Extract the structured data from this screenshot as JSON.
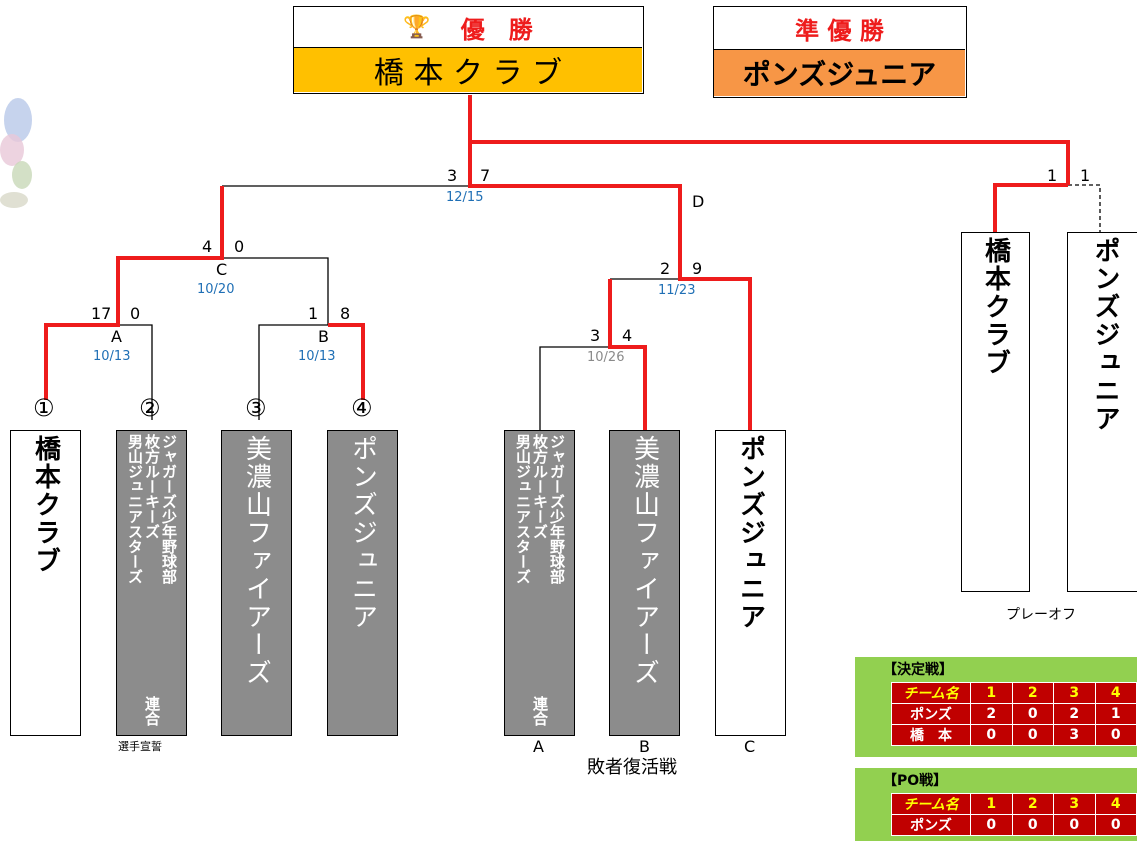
{
  "champion": {
    "label": "優　勝",
    "team": "橋 本 ク ラ ブ",
    "icon": "trophy-icon"
  },
  "runner_up": {
    "label": "準 優 勝",
    "team": "ポンズジュニア"
  },
  "teams": [
    {
      "num": "①",
      "name": "橋本クラブ"
    },
    {
      "num": "②",
      "col1": "男山ジュニアスターズ",
      "col2": "枚方ルーキーズ",
      "col3": "ジャガーズ少年野球部",
      "union": "連合"
    },
    {
      "num": "③",
      "name": "美濃山ファイアーズ"
    },
    {
      "num": "④",
      "name": "ポンズジュニア"
    }
  ],
  "repechage_teams": [
    {
      "col1": "男山ジュニアスターズ",
      "col2": "枚方ルーキーズ",
      "col3": "ジャガーズ少年野球部",
      "union": "連合",
      "label": "A"
    },
    {
      "name": "美濃山ファイアーズ",
      "label": "B"
    },
    {
      "name": "ポンズジュニア",
      "label": "C"
    }
  ],
  "playoff_teams": [
    {
      "name": "橋本クラブ"
    },
    {
      "name": "ポンズジュニア"
    }
  ],
  "playoff_label": "プレーオフ",
  "repechage_label": "敗者復活戦",
  "oath_label": "選手宣誓",
  "matches": {
    "A": {
      "label": "A",
      "left": "17",
      "right": "0",
      "date": "10/13"
    },
    "B": {
      "label": "B",
      "left": "1",
      "right": "8",
      "date": "10/13"
    },
    "C": {
      "label": "C",
      "left": "4",
      "right": "0",
      "date": "10/20"
    },
    "final": {
      "left": "3",
      "right": "7",
      "date": "12/15"
    },
    "rep1": {
      "left": "3",
      "right": "4",
      "date": "10/26"
    },
    "D": {
      "label": "D",
      "left": "2",
      "right": "9",
      "date": "11/23"
    },
    "playoff": {
      "left": "1",
      "right": "1"
    }
  },
  "decider": {
    "title": "【決定戦】",
    "header": [
      "チーム名",
      "1",
      "2",
      "3",
      "4"
    ],
    "rows": [
      [
        "ポンズ",
        "2",
        "0",
        "2",
        "1"
      ],
      [
        "橋　本",
        "0",
        "0",
        "3",
        "0"
      ]
    ]
  },
  "po_game": {
    "title": "【PO戦】",
    "header": [
      "チーム名",
      "1",
      "2",
      "3",
      "4"
    ],
    "rows": [
      [
        "ポンズ",
        "0",
        "0",
        "0",
        "0"
      ]
    ]
  },
  "colors": {
    "win_line": "#ee1c1c",
    "gold": "#ffc000",
    "orange": "#f79646",
    "gray_box": "#8c8c8c",
    "date_blue": "#1f6fb5",
    "score_green": "#92d050",
    "score_red": "#c00000"
  }
}
